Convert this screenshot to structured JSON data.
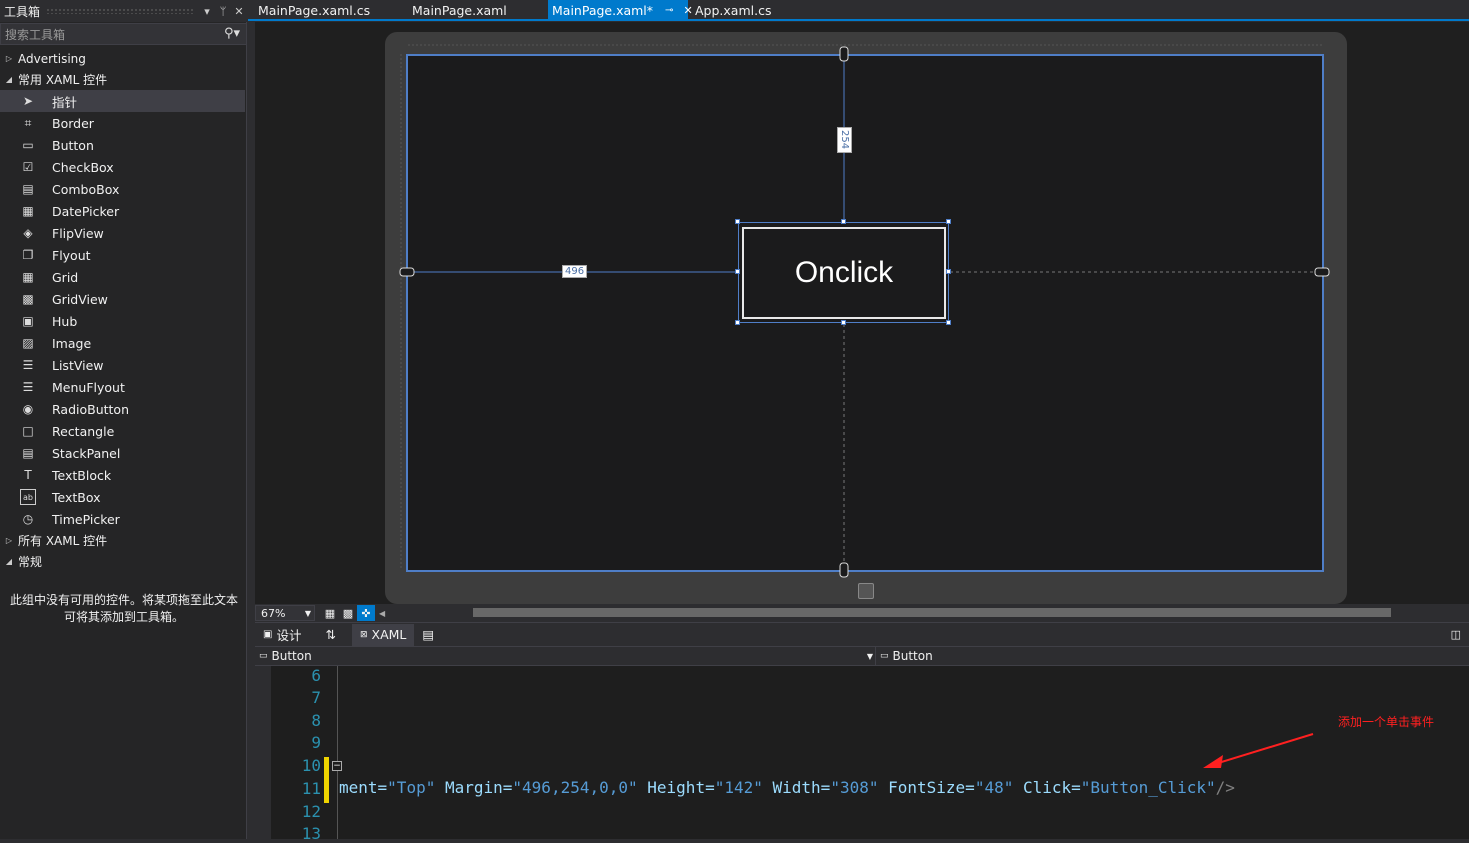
{
  "toolbox": {
    "title": "工具箱",
    "pin_glyph": "▾",
    "pin2_glyph": "🖈",
    "close_glyph": "✕",
    "search_placeholder": "搜索工具箱",
    "groups": [
      {
        "label": "Advertising",
        "expanded": false
      },
      {
        "label": "常用 XAML 控件",
        "expanded": true
      },
      {
        "label": "所有 XAML 控件",
        "expanded": false
      },
      {
        "label": "常规",
        "expanded": true
      }
    ],
    "items": [
      {
        "label": "指针",
        "icon": "pointer-icon",
        "glyph": "➤"
      },
      {
        "label": "Border",
        "icon": "border-icon",
        "glyph": "⌗"
      },
      {
        "label": "Button",
        "icon": "button-icon",
        "glyph": "▭"
      },
      {
        "label": "CheckBox",
        "icon": "checkbox-icon",
        "glyph": "☑"
      },
      {
        "label": "ComboBox",
        "icon": "combobox-icon",
        "glyph": "▤"
      },
      {
        "label": "DatePicker",
        "icon": "datepicker-icon",
        "glyph": "▦"
      },
      {
        "label": "FlipView",
        "icon": "flipview-icon",
        "glyph": "◈"
      },
      {
        "label": "Flyout",
        "icon": "flyout-icon",
        "glyph": "❐"
      },
      {
        "label": "Grid",
        "icon": "grid-icon",
        "glyph": "▦"
      },
      {
        "label": "GridView",
        "icon": "gridview-icon",
        "glyph": "▩"
      },
      {
        "label": "Hub",
        "icon": "hub-icon",
        "glyph": "▣"
      },
      {
        "label": "Image",
        "icon": "image-icon",
        "glyph": "▨"
      },
      {
        "label": "ListView",
        "icon": "listview-icon",
        "glyph": "☰"
      },
      {
        "label": "MenuFlyout",
        "icon": "menuflyout-icon",
        "glyph": "☰"
      },
      {
        "label": "RadioButton",
        "icon": "radiobutton-icon",
        "glyph": "◉"
      },
      {
        "label": "Rectangle",
        "icon": "rectangle-icon",
        "glyph": "□"
      },
      {
        "label": "StackPanel",
        "icon": "stackpanel-icon",
        "glyph": "▤"
      },
      {
        "label": "TextBlock",
        "icon": "textblock-icon",
        "glyph": "T"
      },
      {
        "label": "TextBox",
        "icon": "textbox-icon",
        "glyph": "ab"
      },
      {
        "label": "TimePicker",
        "icon": "timepicker-icon",
        "glyph": "◷"
      }
    ],
    "empty_message": "此组中没有可用的控件。将某项拖至此文本可将其添加到工具箱。"
  },
  "tabs": [
    {
      "label": "MainPage.xaml.cs",
      "active": false
    },
    {
      "label": "MainPage.xaml",
      "active": false
    },
    {
      "label": "MainPage.xaml*",
      "active": true
    },
    {
      "label": "App.xaml.cs",
      "active": false
    }
  ],
  "designer": {
    "button_text": "Onclick",
    "margin_top_label": "254",
    "margin_left_label": "496"
  },
  "zoom": {
    "value": "67%"
  },
  "modes": {
    "design": "设计",
    "swap": "⇅",
    "xaml": "XAML"
  },
  "navbar": {
    "left": "Button",
    "right": "Button"
  },
  "editor": {
    "line_numbers": [
      "6",
      "7",
      "8",
      "9",
      "10",
      "11",
      "12",
      "13"
    ],
    "line11": {
      "p1": "ment=",
      "v1": "\"Top\"",
      "p2": " Margin=",
      "v2": "\"496,254,0,0\"",
      "p3": " Height=",
      "v3": "\"142\"",
      "p4": " Width=",
      "v4": "\"308\"",
      "p5": " FontSize=",
      "v5": "\"48\"",
      "p6": " Click=",
      "v6": "\"Button_Click\"",
      "end": "/>"
    }
  },
  "annotation": "添加一个单击事件",
  "colors": {
    "accent": "#007acc",
    "annotation": "#ff2020"
  }
}
